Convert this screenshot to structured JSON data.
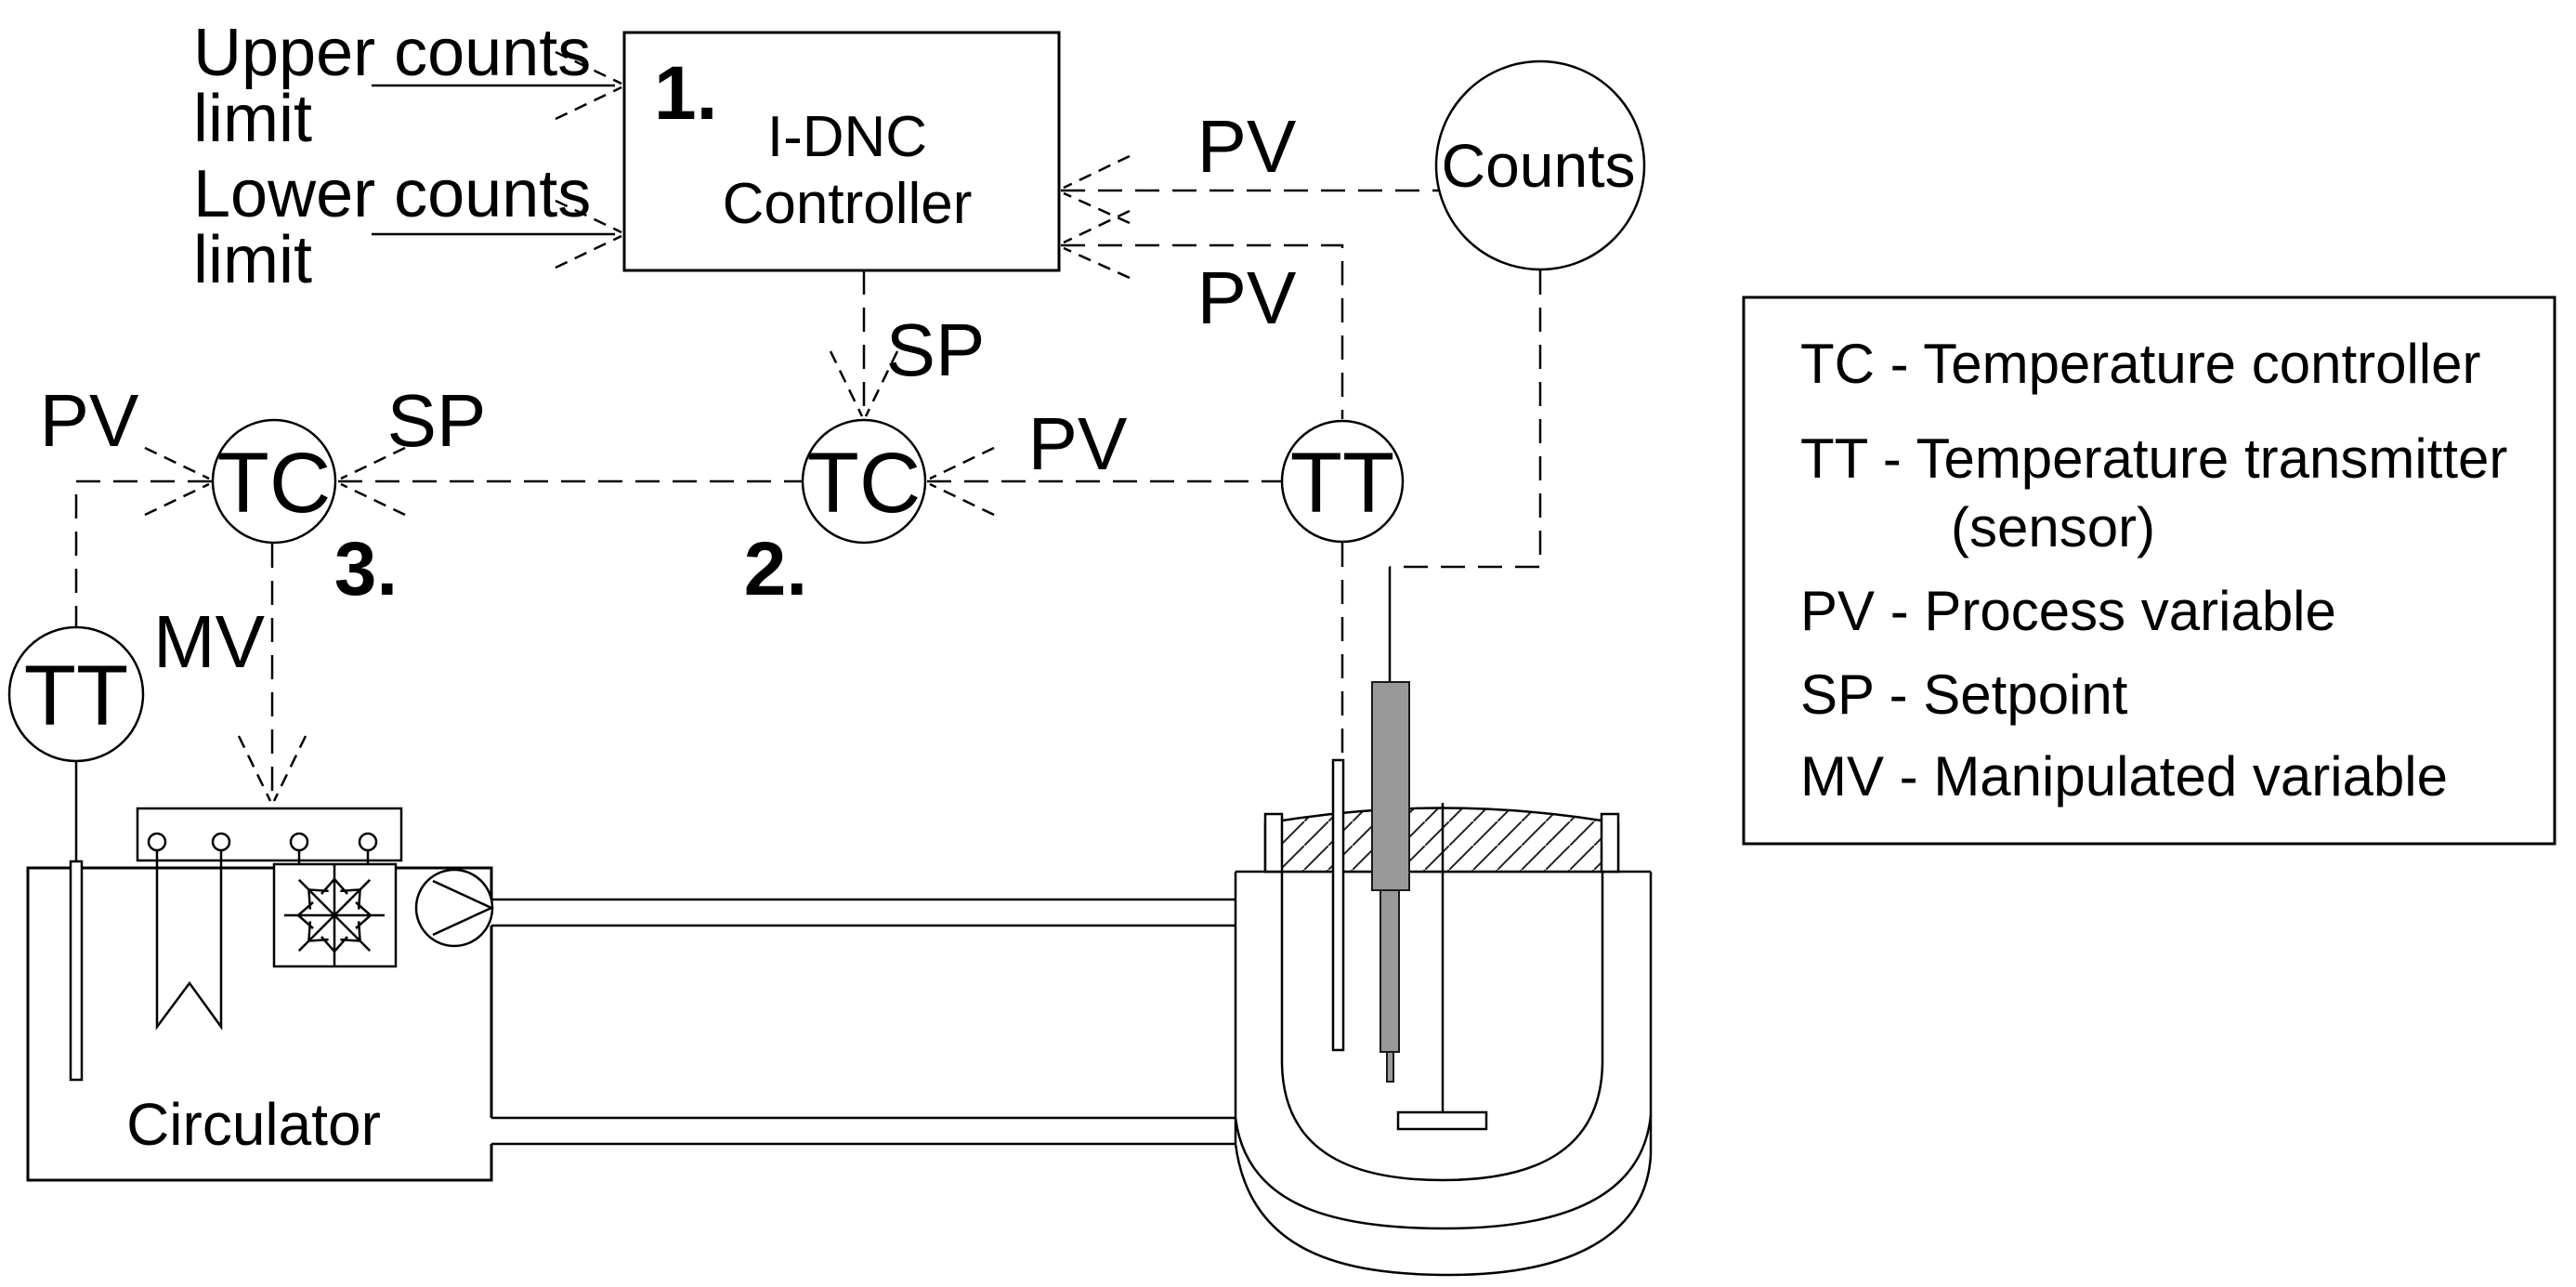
{
  "labels": {
    "pv": "PV",
    "sp": "SP",
    "mv": "MV",
    "tc": "TC",
    "tt": "TT",
    "counts": "Counts"
  },
  "numbers": {
    "controller": "1.",
    "master": "2.",
    "slave": "3."
  },
  "controller": {
    "line1": "I-DNC",
    "line2": "Controller"
  },
  "inputs": {
    "upper_line1": "Upper counts",
    "upper_line2": "limit",
    "lower_line1": "Lower counts",
    "lower_line2": "limit"
  },
  "circulator": {
    "label": "Circulator"
  },
  "legend": {
    "lines": [
      "TC - Temperature controller",
      "TT - Temperature transmitter",
      "(sensor)",
      "PV - Process variable",
      "SP - Setpoint",
      "MV - Manipulated variable"
    ]
  }
}
